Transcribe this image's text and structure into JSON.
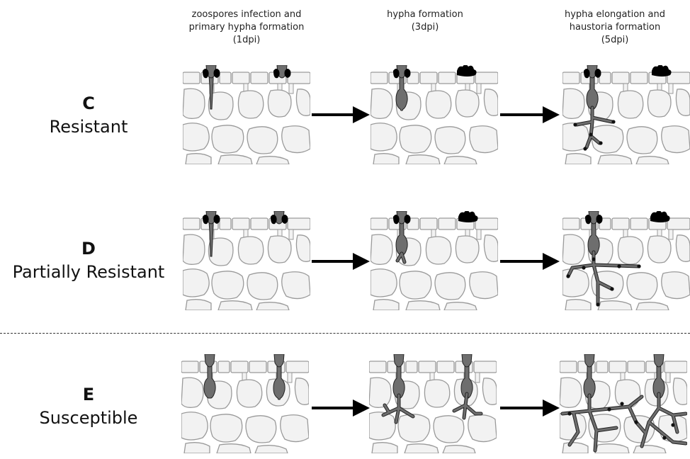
{
  "columns": [
    {
      "line1": "zoospores infection and",
      "line2": "primary hypha formation",
      "line3": "(1dpi)"
    },
    {
      "line1": "",
      "line2": "hypha formation",
      "line3": "(3dpi)"
    },
    {
      "line1": "hypha elongation and",
      "line2": "haustoria formation",
      "line3": "(5dpi)"
    }
  ],
  "rows": [
    {
      "letter": "C",
      "name": "Resistant"
    },
    {
      "letter": "D",
      "name": "Partially Resistant"
    },
    {
      "letter": "E",
      "name": "Susceptible"
    }
  ],
  "colors": {
    "cell_fill": "#f2f2f2",
    "cell_stroke": "#9a9a9a",
    "hypha_fill": "#6e6e6e",
    "callose_fill": "#000000",
    "arrow": "#000000"
  }
}
